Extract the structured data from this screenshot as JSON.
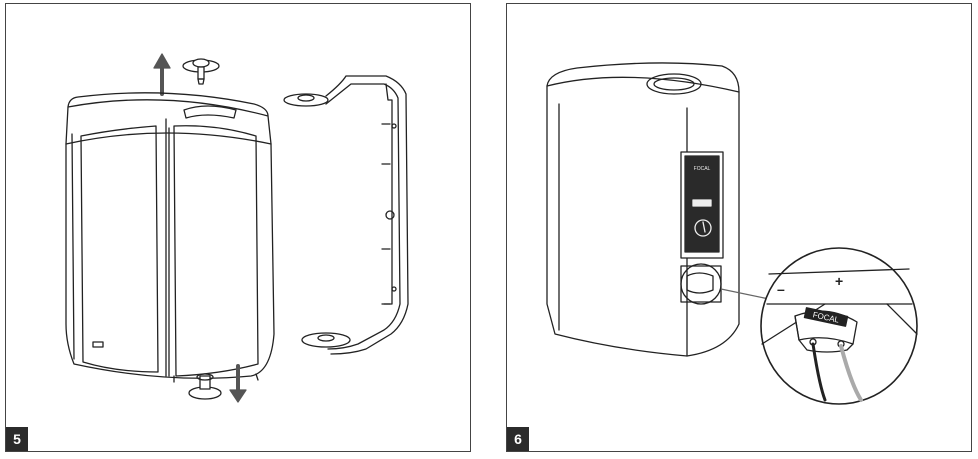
{
  "steps": [
    {
      "number": "5"
    },
    {
      "number": "6"
    }
  ],
  "brand_logo": "FOCAL",
  "polarity": {
    "minus": "–",
    "plus": "+"
  },
  "colors": {
    "line": "#222222",
    "badge": "#2b2b2b",
    "arrow": "#555555",
    "cable_grey": "#aaaaaa"
  }
}
